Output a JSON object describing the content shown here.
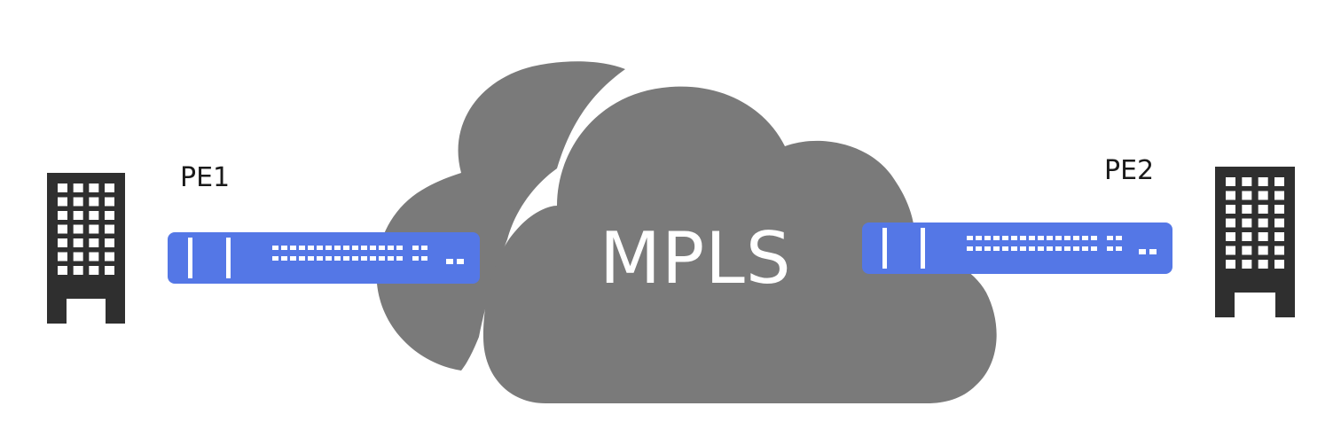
{
  "colors": {
    "cloud": "#7a7a7a",
    "router": "#5477e6",
    "router_detail": "#ffffff",
    "building": "#2f2f2f",
    "building_window": "#ffffff",
    "text": "#1a1a1a"
  },
  "diagram": {
    "cloud": {
      "label": "MPLS",
      "icon": "cloud-icon"
    },
    "routers": [
      {
        "id": "pe1",
        "label": "PE1",
        "icon": "router-icon"
      },
      {
        "id": "pe2",
        "label": "PE2",
        "icon": "router-icon"
      }
    ],
    "sites": [
      {
        "id": "site-left",
        "icon": "building-icon"
      },
      {
        "id": "site-right",
        "icon": "building-icon"
      }
    ]
  }
}
